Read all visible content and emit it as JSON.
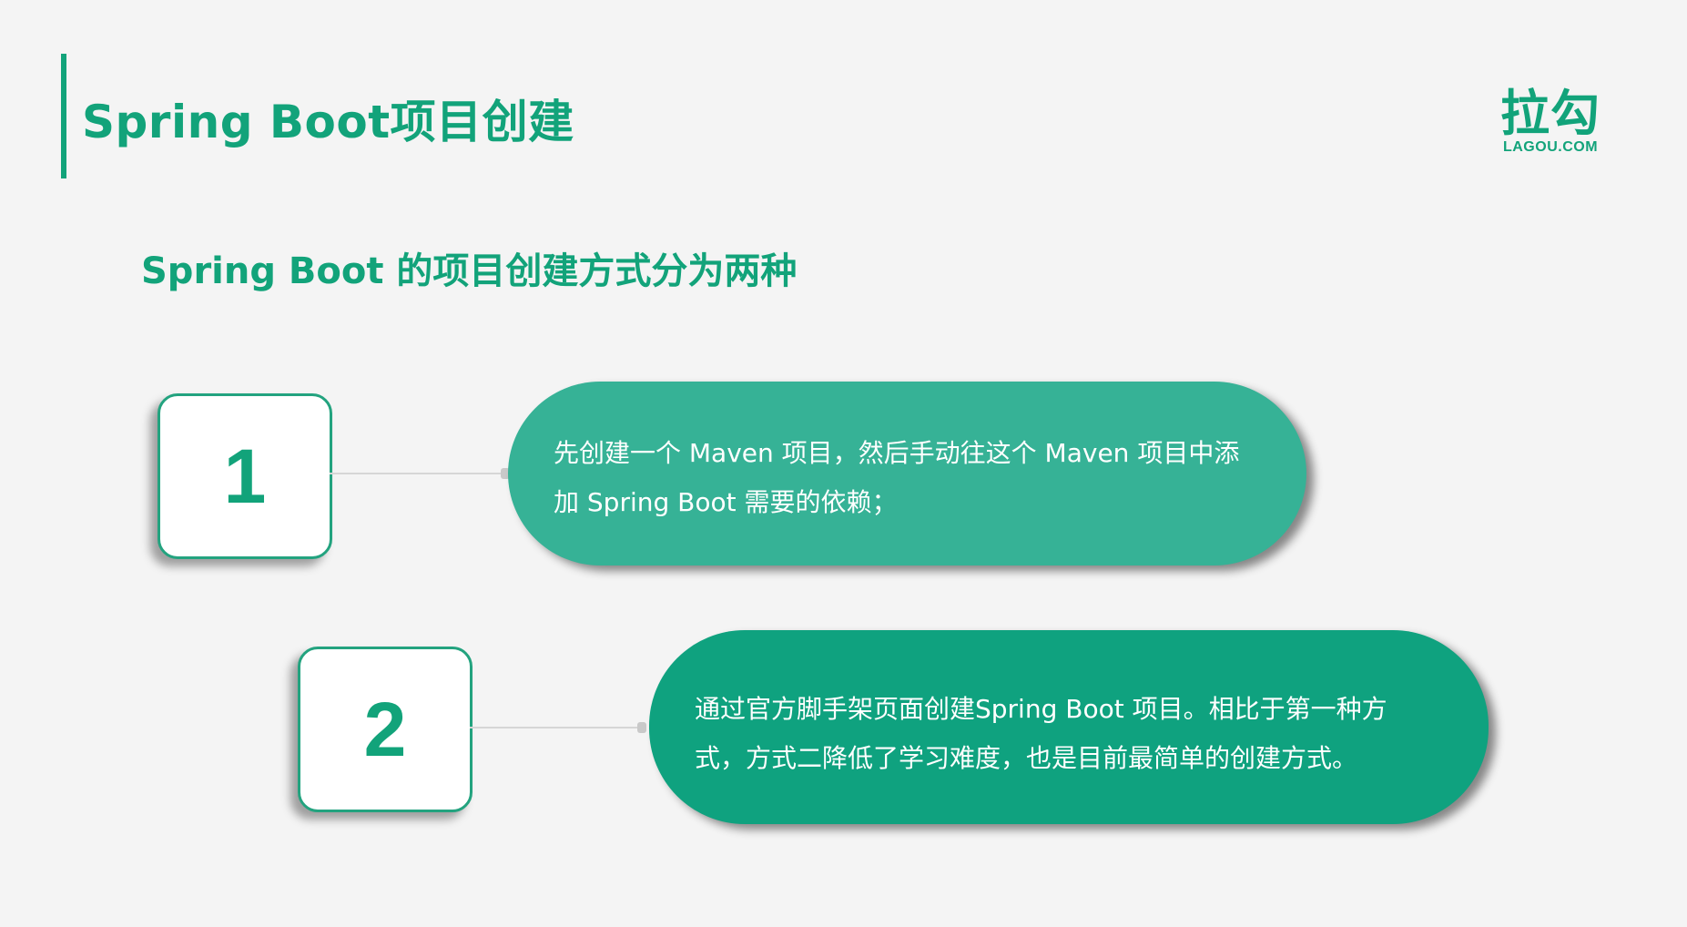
{
  "slide": {
    "title": "Spring Boot项目创建",
    "subtitle": "Spring Boot 的项目创建方式分为两种",
    "logo": {
      "main": "拉勾",
      "sub": "LAGOU.COM"
    },
    "items": [
      {
        "number": "1",
        "line1": "先创建一个 Maven 项目，然后手动往这个 Maven 项目中添",
        "line2": "加 Spring Boot 需要的依赖；"
      },
      {
        "number": "2",
        "line1": "通过官方脚手架页面创建Spring Boot 项目。相比于第一种方",
        "line2": "式，方式二降低了学习难度，也是目前最简单的创建方式。"
      }
    ]
  },
  "colors": {
    "brand_green": "#12a37a",
    "pill_1": "#36b296",
    "pill_2": "#0fa27f",
    "background": "#f4f4f4"
  }
}
